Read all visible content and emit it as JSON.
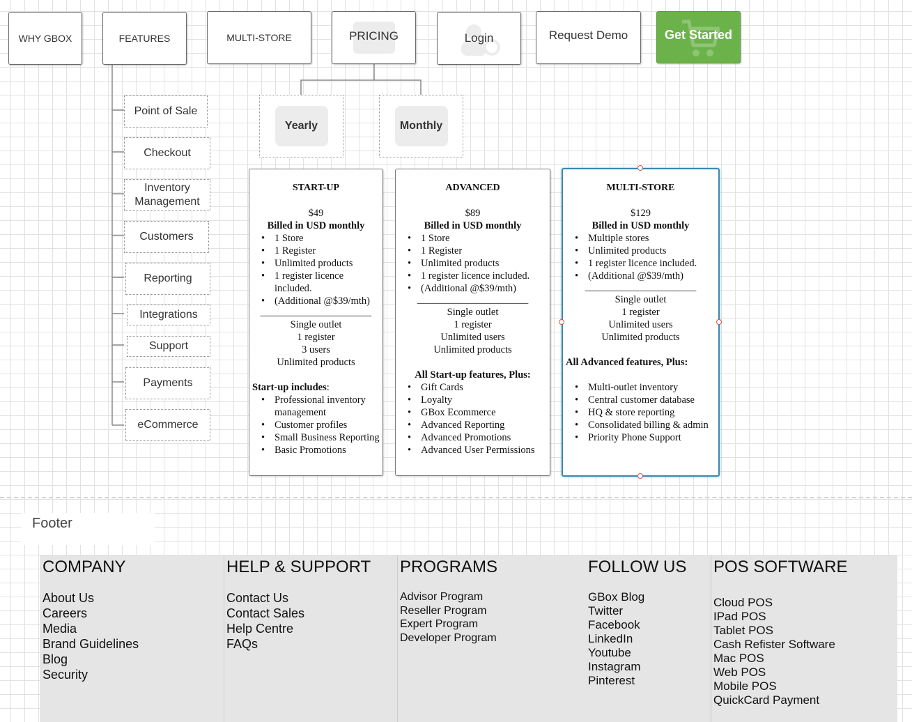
{
  "nav": {
    "why": "WHY GBOX",
    "features": "FEATURES",
    "multistore": "MULTI-STORE",
    "pricing": "PRICING",
    "login": "Login",
    "request_demo": "Request Demo",
    "get_started": "Get Started"
  },
  "features": [
    "Point of Sale",
    "Checkout",
    "Inventory Management",
    "Customers",
    "Reporting",
    "Integrations",
    "Support",
    "Payments",
    "eCommerce"
  ],
  "pricing_options": {
    "yearly": "Yearly",
    "monthly": "Monthly"
  },
  "plans": [
    {
      "title": "START-UP",
      "price": "$49",
      "billing": "Billed in USD monthly",
      "bullets": [
        "1 Store",
        "1 Register",
        "Unlimited products",
        "1 register licence included.",
        "(Additional @$39/mth)"
      ],
      "rule": "______________________",
      "summary": [
        "Single outlet",
        "1 register",
        "3 users",
        "Unlimited products"
      ],
      "includes_bold": "Start-up includes",
      "includes_rest": ":",
      "includes": [
        "Professional inventory management",
        "Customer profiles",
        "Small Business Reporting",
        "Basic Promotions"
      ]
    },
    {
      "title": "ADVANCED",
      "price": "$89",
      "billing": "Billed in USD monthly",
      "bullets": [
        "1 Store",
        "1 Register",
        "Unlimited products",
        "1 register licence included.",
        "(Additional @$39/mth)"
      ],
      "rule": "______________________",
      "summary": [
        "Single outlet",
        "1 register",
        "Unlimited users",
        "Unlimited products"
      ],
      "includes_bold": "All Start-up features, Plus:",
      "includes": [
        "Gift Cards",
        "Loyalty",
        "GBox Ecommerce",
        "Advanced Reporting",
        "Advanced Promotions",
        "Advanced User Permissions"
      ]
    },
    {
      "title": "MULTI-STORE",
      "price": "$129",
      "billing": "Billed in USD monthly",
      "bullets": [
        "Multiple stores",
        "Unlimited products",
        "1 register licence included.",
        "(Additional @$39/mth)"
      ],
      "rule": "______________________",
      "summary": [
        "Single outlet",
        "1 register",
        "Unlimited users",
        "Unlimited products"
      ],
      "includes_bold": "All Advanced features, Plus:",
      "includes": [
        "Multi-outlet inventory",
        "Central customer database",
        "HQ & store reporting",
        "Consolidated billing & admin",
        "Priority Phone Support"
      ]
    }
  ],
  "footer_label": "Footer",
  "footer": {
    "company": {
      "heading": "COMPANY",
      "items": [
        "About Us",
        "Careers",
        "Media",
        "Brand Guidelines",
        "Blog",
        "Security"
      ]
    },
    "help": {
      "heading": "HELP & SUPPORT",
      "items": [
        "Contact Us",
        "Contact Sales",
        "Help Centre",
        "FAQs"
      ]
    },
    "programs": {
      "heading": "PROGRAMS",
      "items": [
        "Advisor Program",
        "Reseller Program",
        "Expert Program",
        "Developer Program"
      ]
    },
    "follow": {
      "heading": "FOLLOW US",
      "items": [
        "GBox Blog",
        "Twitter",
        "Facebook",
        "LinkedIn",
        "Youtube",
        "Instagram",
        "Pinterest"
      ]
    },
    "pos": {
      "heading": "POS SOFTWARE",
      "items": [
        "Cloud POS",
        "IPad POS",
        "Tablet POS",
        "Cash Refister Software",
        "Mac POS",
        "Web POS",
        "Mobile POS",
        "QuickCard Payment"
      ]
    }
  },
  "colors": {
    "get_started_bg": "#6cb24a",
    "selection_border": "#3b88b0",
    "footer_bg": "#e5e5e5"
  }
}
